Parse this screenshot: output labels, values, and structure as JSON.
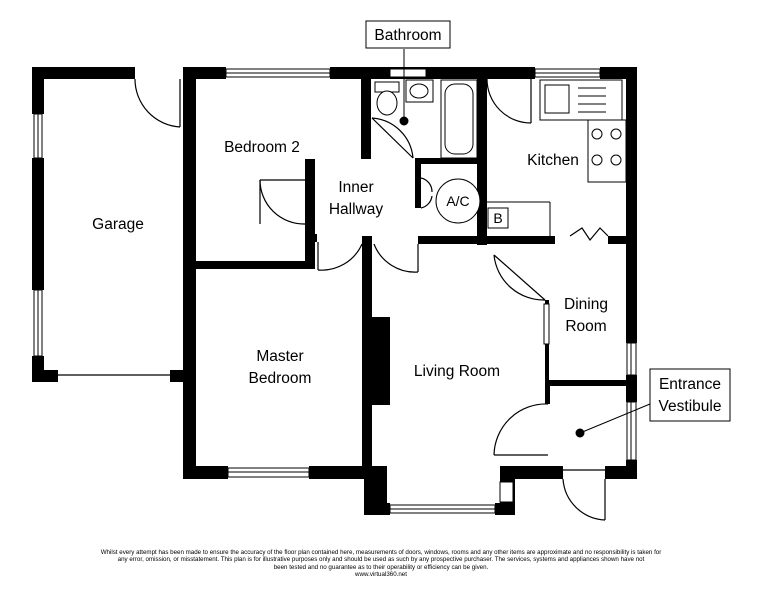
{
  "rooms": {
    "bathroom": "Bathroom",
    "garage": "Garage",
    "bedroom2": "Bedroom 2",
    "inner_hallway_line1": "Inner",
    "inner_hallway_line2": "Hallway",
    "ac": "A/C",
    "kitchen": "Kitchen",
    "boiler": "B",
    "dining_line1": "Dining",
    "dining_line2": "Room",
    "master_line1": "Master",
    "master_line2": "Bedroom",
    "living": "Living Room",
    "vestibule_line1": "Entrance",
    "vestibule_line2": "Vestibule"
  },
  "disclaimer": {
    "line1": "Whilst every attempt has been made to ensure the accuracy of the floor plan contained here, measurements of doors, windows, rooms and any other items  are approximate and no responsibility is taken for",
    "line2": "any error, omission, or misstatement. This plan is for illustrative purposes only and should be used as such by any prospective purchaser. The services, systems and appliances shown have not",
    "line3": "been tested and no guarantee as to their operability or efficiency can be given.",
    "line4": "www.virtual360.net"
  },
  "colors": {
    "wall": "#000000",
    "background": "#ffffff"
  }
}
